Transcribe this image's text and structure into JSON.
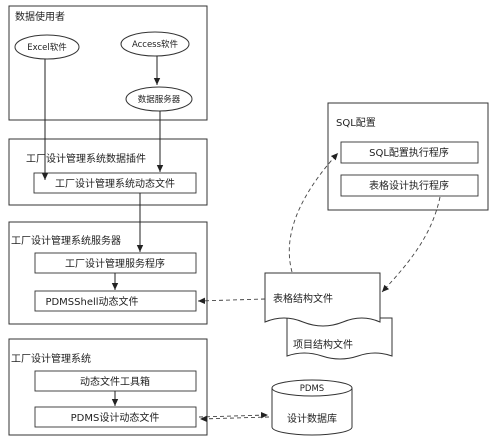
{
  "data_user": {
    "title": "数据使用者",
    "excel": "Excel软件",
    "access": "Access软件",
    "data_server": "数据服务器"
  },
  "plugin": {
    "title": "工厂设计管理系统数据插件",
    "dynamic_file": "工厂设计管理系统动态文件"
  },
  "server": {
    "title": "工厂设计管理系统服务器",
    "service_program": "工厂设计管理服务程序",
    "pdmsshell_file": "PDMSShell动态文件"
  },
  "system": {
    "title": "工厂设计管理系统",
    "toolbox": "动态文件工具箱",
    "pdms_file": "PDMS设计动态文件"
  },
  "sql_config": {
    "title": "SQL配置",
    "sql_program": "SQL配置执行程序",
    "table_program": "表格设计执行程序"
  },
  "documents": {
    "table_structure": "表格结构文件",
    "project_structure": "项目结构文件"
  },
  "database": {
    "label": "PDMS",
    "name": "设计数据库"
  }
}
